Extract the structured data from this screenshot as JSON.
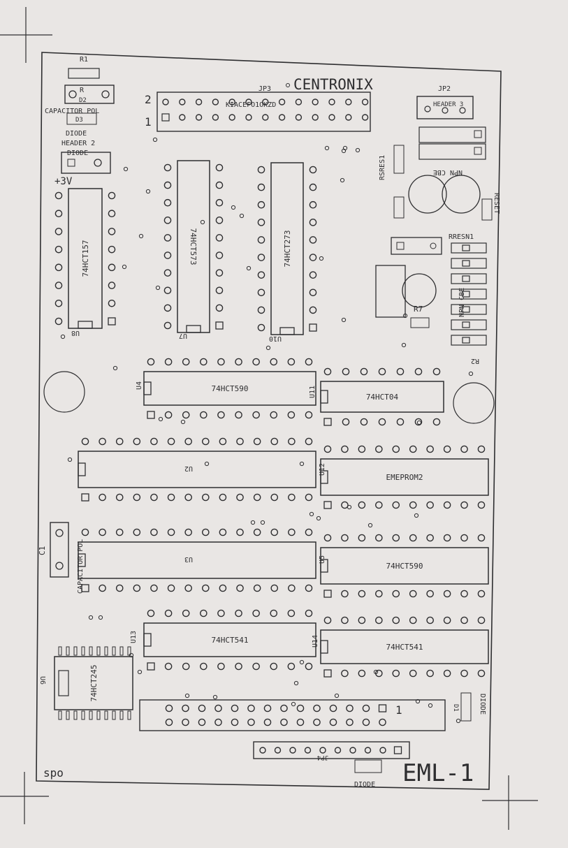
{
  "board": {
    "header_label": "CENTRONIX",
    "board_name": "EML-1",
    "corner_initials": "spo"
  },
  "connectors": {
    "jp3": "JP3",
    "jp3_pin1": "1",
    "jp3_pin2": "2",
    "jp3_signals": "KIACEFO1OKZD",
    "jp2": "JP2",
    "jp2_header": "HEADER 3",
    "jp4_pin1": "1",
    "jp4_code": "JP4"
  },
  "chips": [
    {
      "ref": "U8",
      "part": "74HCT157"
    },
    {
      "ref": "U7",
      "part": "74HCT573"
    },
    {
      "ref": "U10",
      "part": "74HCT273"
    },
    {
      "ref": "U4",
      "part": "74HCT590"
    },
    {
      "ref": "U11",
      "part": "74HCT04"
    },
    {
      "ref": "U2",
      "part": ""
    },
    {
      "ref": "U12",
      "part": "EMEPROM2"
    },
    {
      "ref": "U3",
      "part": ""
    },
    {
      "ref": "U5",
      "part": "74HCT590"
    },
    {
      "ref": "U13",
      "part": "74HCT541"
    },
    {
      "ref": "U14",
      "part": "74HCT541"
    },
    {
      "ref": "U6",
      "part": "74HCT245"
    }
  ],
  "labels": {
    "r1": "R1",
    "r": "R",
    "d2": "D2",
    "capacitor_pol": "CAPACITOR POL",
    "d3": "D3",
    "diode": "DIODE",
    "header_2": "HEADER 2",
    "diode2": "DIODE",
    "plus3v": "+3V",
    "rsres1": "RSRES1",
    "npn_cbe_top": "NPN CBE",
    "reset": "RESET",
    "rres": "RRESN1",
    "r2": "R2",
    "r7": "R7",
    "npn_cbe": "NPN CBE",
    "c1": "C1",
    "capacitor_pol_side": "CAPACITOR POL",
    "diode_right": "DIODE",
    "diode_bottom": "DIODE",
    "d1": "D1"
  },
  "colors": {
    "paper": "#e9e6e4",
    "ink": "#2e2e30"
  }
}
